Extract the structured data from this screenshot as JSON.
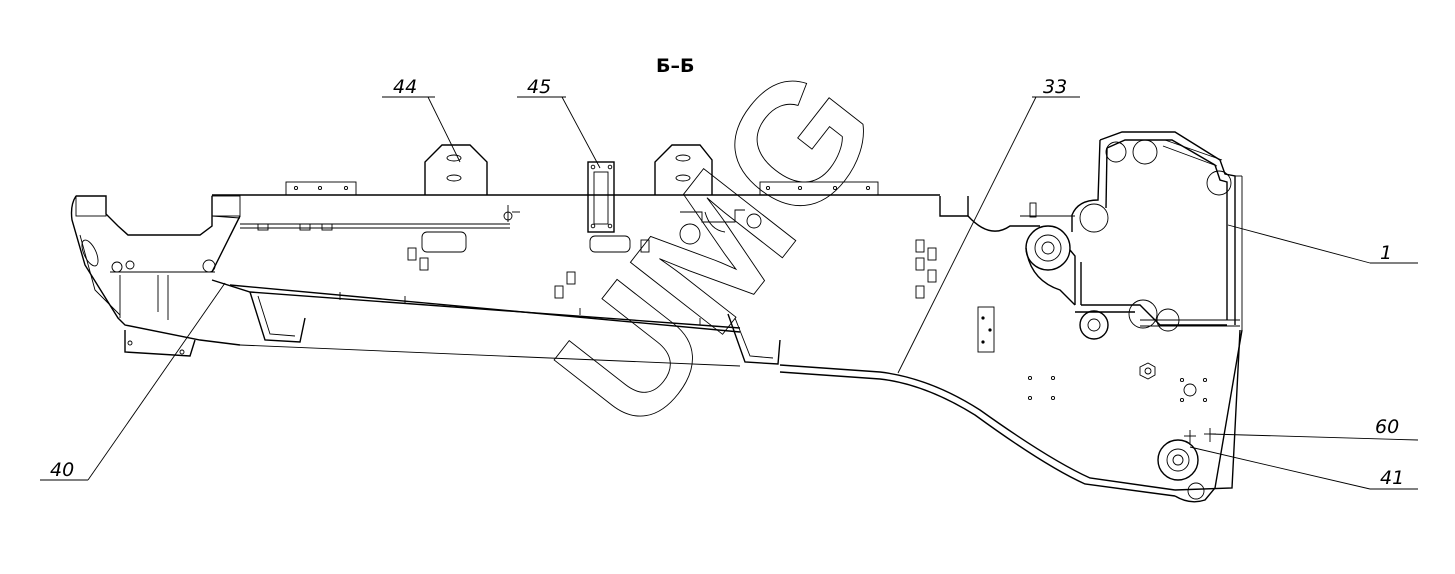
{
  "section_title": "Б–Б",
  "callouts": {
    "c44": "44",
    "c45": "45",
    "c33": "33",
    "c1": "1",
    "c60": "60",
    "c41": "41",
    "c40": "40"
  },
  "watermark": "UMG"
}
